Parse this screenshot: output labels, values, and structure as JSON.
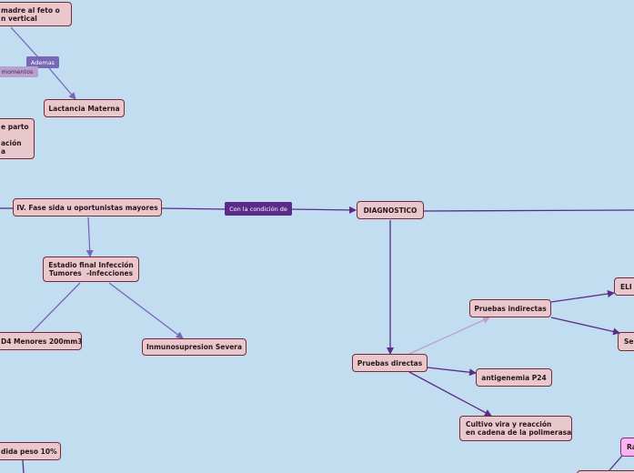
{
  "nodes": {
    "madre_feto": "madre al feto o\nn vertical",
    "lactancia": "Lactancia Materna",
    "parto": "e parto\n\nación\na",
    "fase_iv": "IV. Fase sida u oportunistas mayores",
    "diagnostico": "DIAGNOSTICO",
    "estadio_final": "Estadio final Infección\nTumores  -Infecciones",
    "cd4": "D4 Menores 200mm3",
    "inmunosupresion": "Inmunosupresion Severa",
    "pruebas_indirectas": "Pruebas indirectas",
    "eli": "ELI",
    "se": "Se",
    "pruebas_directas": "Pruebas directas",
    "antigenemia": "antigenemia P24",
    "cultivo": "Cultivo vira y reacción\nen cadena de la polimerasa",
    "perdida_peso": "dida peso 10%",
    "ra": "Ra"
  },
  "labels": {
    "ademas": "Ademas",
    "momentos": "momentos",
    "con_condicion": "Con la condición de"
  },
  "colors": {
    "background": "#c2ddf0",
    "node_fill": "#e8c8cc",
    "node_border": "#7a2a36",
    "edge_dark": "#5b2b8a",
    "edge_mid": "#7866b8",
    "edge_light": "#b8a0d0",
    "pink_node": "#f7b4f1"
  }
}
